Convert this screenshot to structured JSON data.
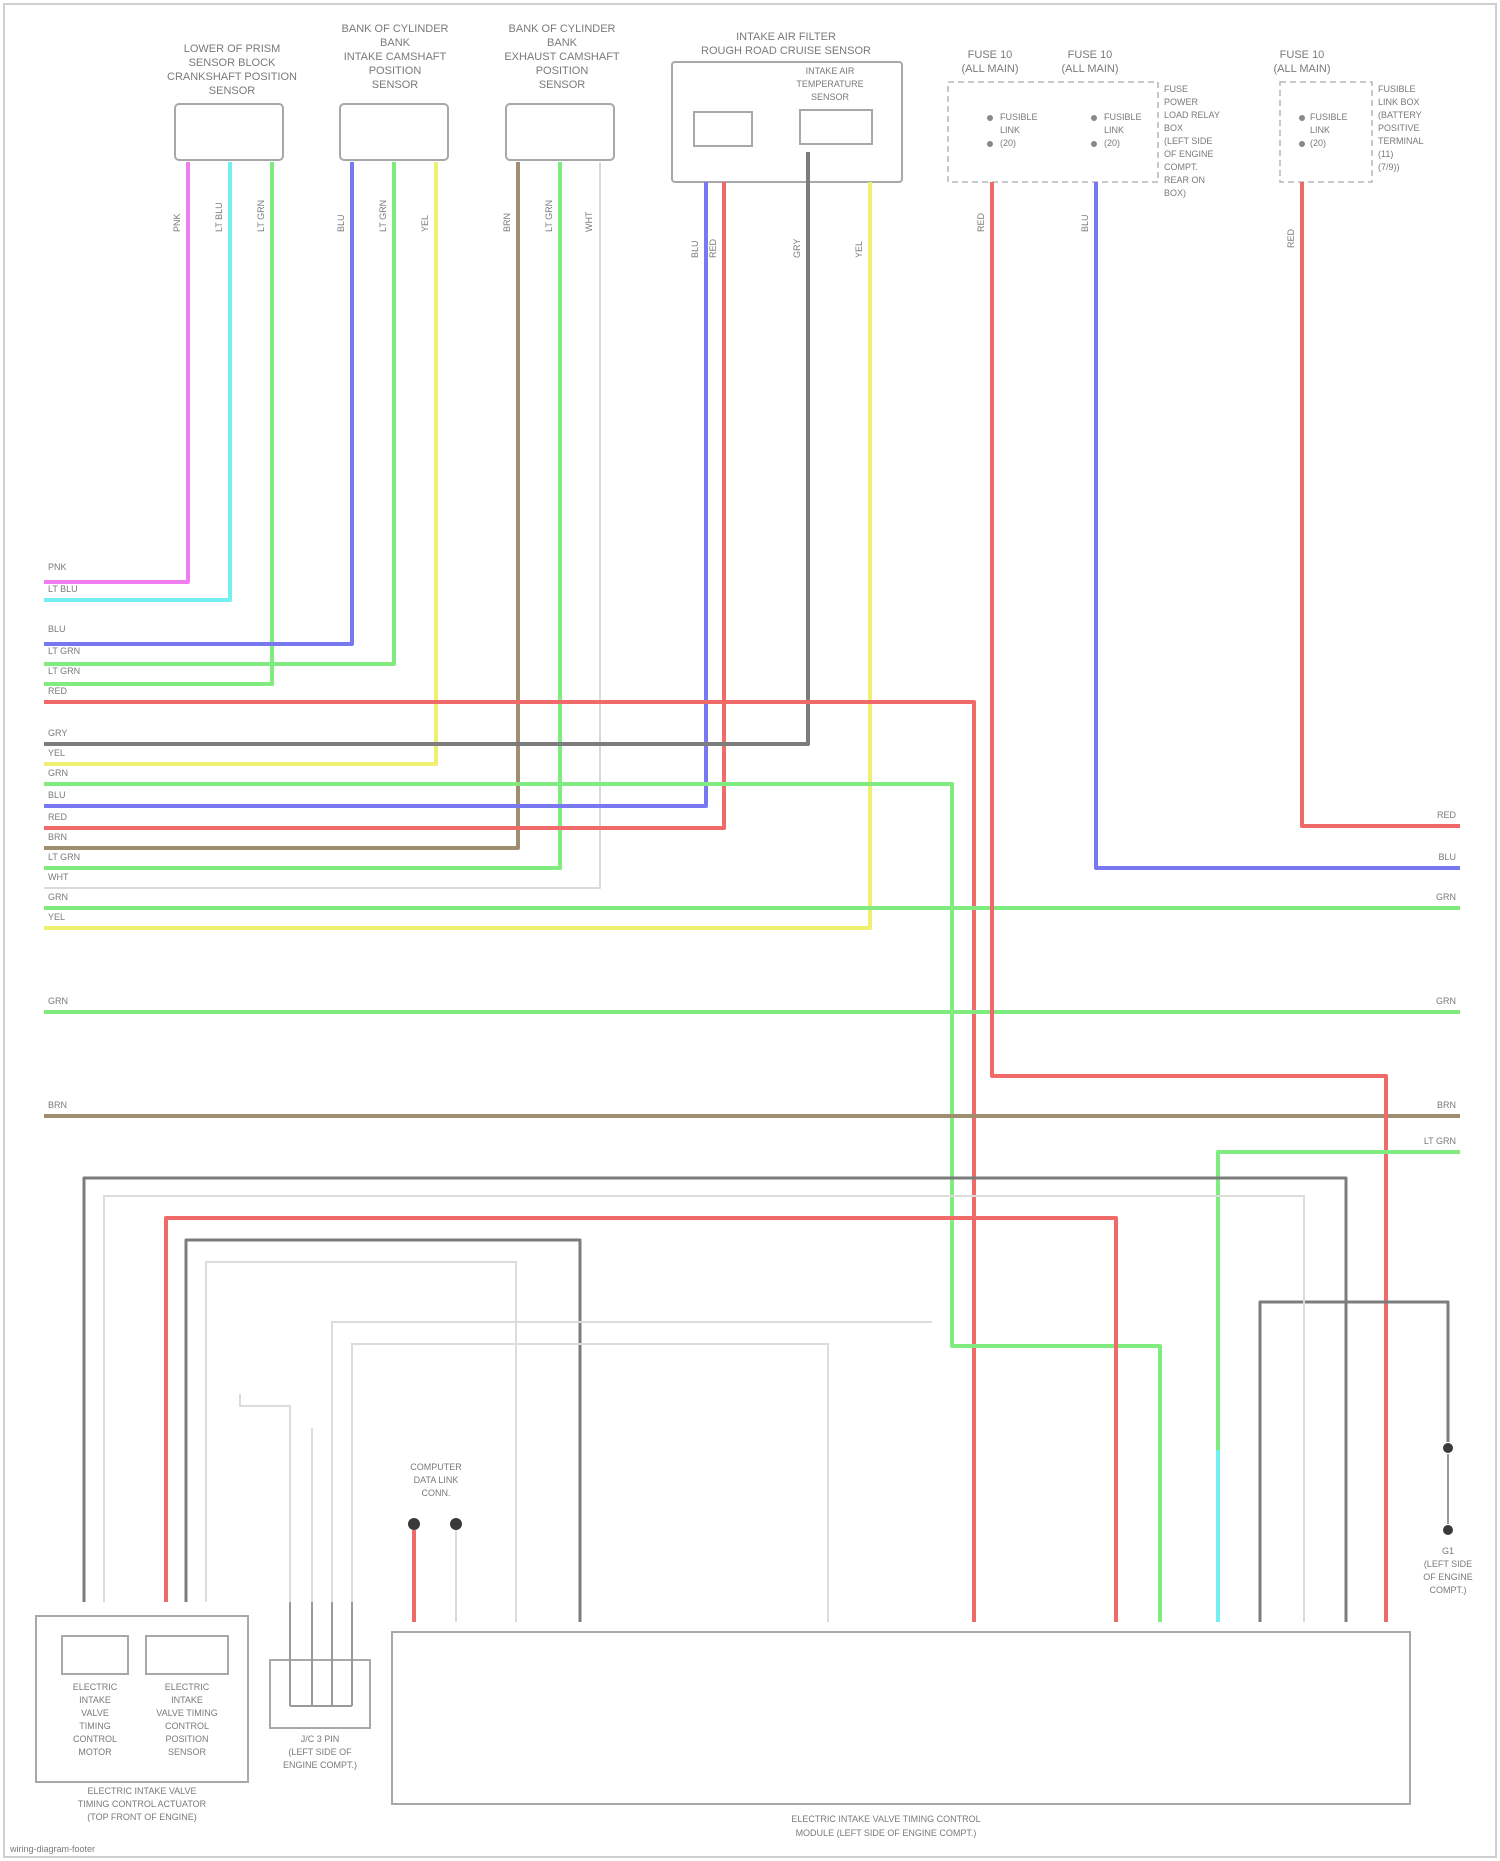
{
  "source_note": "wiring-diagram-footer",
  "components": {
    "sensor1_lines": [
      "LOWER OF PRISM",
      "SENSOR BLOCK",
      "CRANKSHAFT POSITION",
      "SENSOR"
    ],
    "sensor2_lines": [
      "BANK OF CYLINDER",
      "BANK",
      "INTAKE CAMSHAFT",
      "POSITION",
      "SENSOR"
    ],
    "sensor3_lines": [
      "BANK OF CYLINDER",
      "BANK",
      "EXHAUST CAMSHAFT",
      "POSITION",
      "SENSOR"
    ],
    "sensor4_lines": [
      "INTAKE AIR FILTER",
      "ROUGH ROAD CRUISE SENSOR"
    ],
    "sensor4_sub_lines": [
      "INTAKE AIR",
      "TEMPERATURE",
      "SENSOR"
    ],
    "fuse1_lines": [
      "FUSE 10",
      "(ALL MAIN)"
    ],
    "fuse2_lines": [
      "FUSE 10",
      "(ALL MAIN)"
    ],
    "fuse3_lines": [
      "FUSE 10",
      "(ALL MAIN)"
    ],
    "fuse_block_note": [
      "FUSE",
      "POWER",
      "LOAD RELAY",
      "BOX",
      "(LEFT SIDE",
      "OF ENGINE",
      "COMPT.",
      "REAR ON",
      "BOX)"
    ],
    "fuse_block_note2": [
      "FUSIBLE",
      "LINK BOX",
      "(BATTERY",
      "POSITIVE",
      "TERMINAL",
      "(11)",
      "(7/9))"
    ],
    "fuse_inner": [
      "FUSIBLE",
      "LINK",
      "(20)"
    ],
    "ground_note": [
      "G1",
      "(LEFT SIDE",
      "OF ENGINE",
      "COMPT.)"
    ],
    "condenser_lines": [
      "COMPUTER",
      "DATA LINK",
      "CONN."
    ],
    "valve_motor_lines": [
      "ELECTRIC",
      "INTAKE",
      "VALVE",
      "TIMING",
      "CONTROL",
      "MOTOR"
    ],
    "valve_sensor_lines": [
      "ELECTRIC",
      "INTAKE",
      "VALVE TIMING",
      "CONTROL",
      "POSITION",
      "SENSOR"
    ],
    "valve_group_lines": [
      "ELECTRIC INTAKE VALVE",
      "TIMING CONTROL ACTUATOR",
      "(TOP FRONT OF ENGINE)"
    ],
    "joint_lines": [
      "J/C 3 PIN",
      "(LEFT SIDE OF",
      "ENGINE COMPT.)"
    ],
    "ecu_lines": [
      "ELECTRIC INTAKE VALVE TIMING CONTROL",
      "MODULE (LEFT SIDE OF ENGINE COMPT.)"
    ],
    "left_labels": [
      "PNK",
      "LT BLU",
      "BLU",
      "LT GRN",
      "LT GRN",
      "RED",
      "GRY",
      "YEL",
      "GRN",
      "BLU",
      "RED",
      "BRN",
      "LT GRN",
      "WHT",
      "GRN",
      "YEL",
      "GRN",
      "BRN"
    ],
    "right_labels": [
      "RED",
      "BLU",
      "GRN",
      "GRN",
      "BRN",
      "LT GRN"
    ],
    "vertical_labels": [
      "PNK",
      "LT BLU",
      "LT GRN",
      "BLU",
      "LT GRN",
      "YEL",
      "BRN",
      "LT GRN",
      "WHT",
      "BLU",
      "RED",
      "GRY",
      "YEL",
      "RED",
      "BLU",
      "RED"
    ]
  },
  "colors": {
    "pink": "#f07cf0",
    "cyan": "#73f0f0",
    "green": "#80ec80",
    "blue": "#7878f0",
    "yellow": "#f0f070",
    "red": "#f06a6a",
    "gray": "#7c7c7c",
    "brown": "#a08e70",
    "white_wire": "#dadada"
  }
}
